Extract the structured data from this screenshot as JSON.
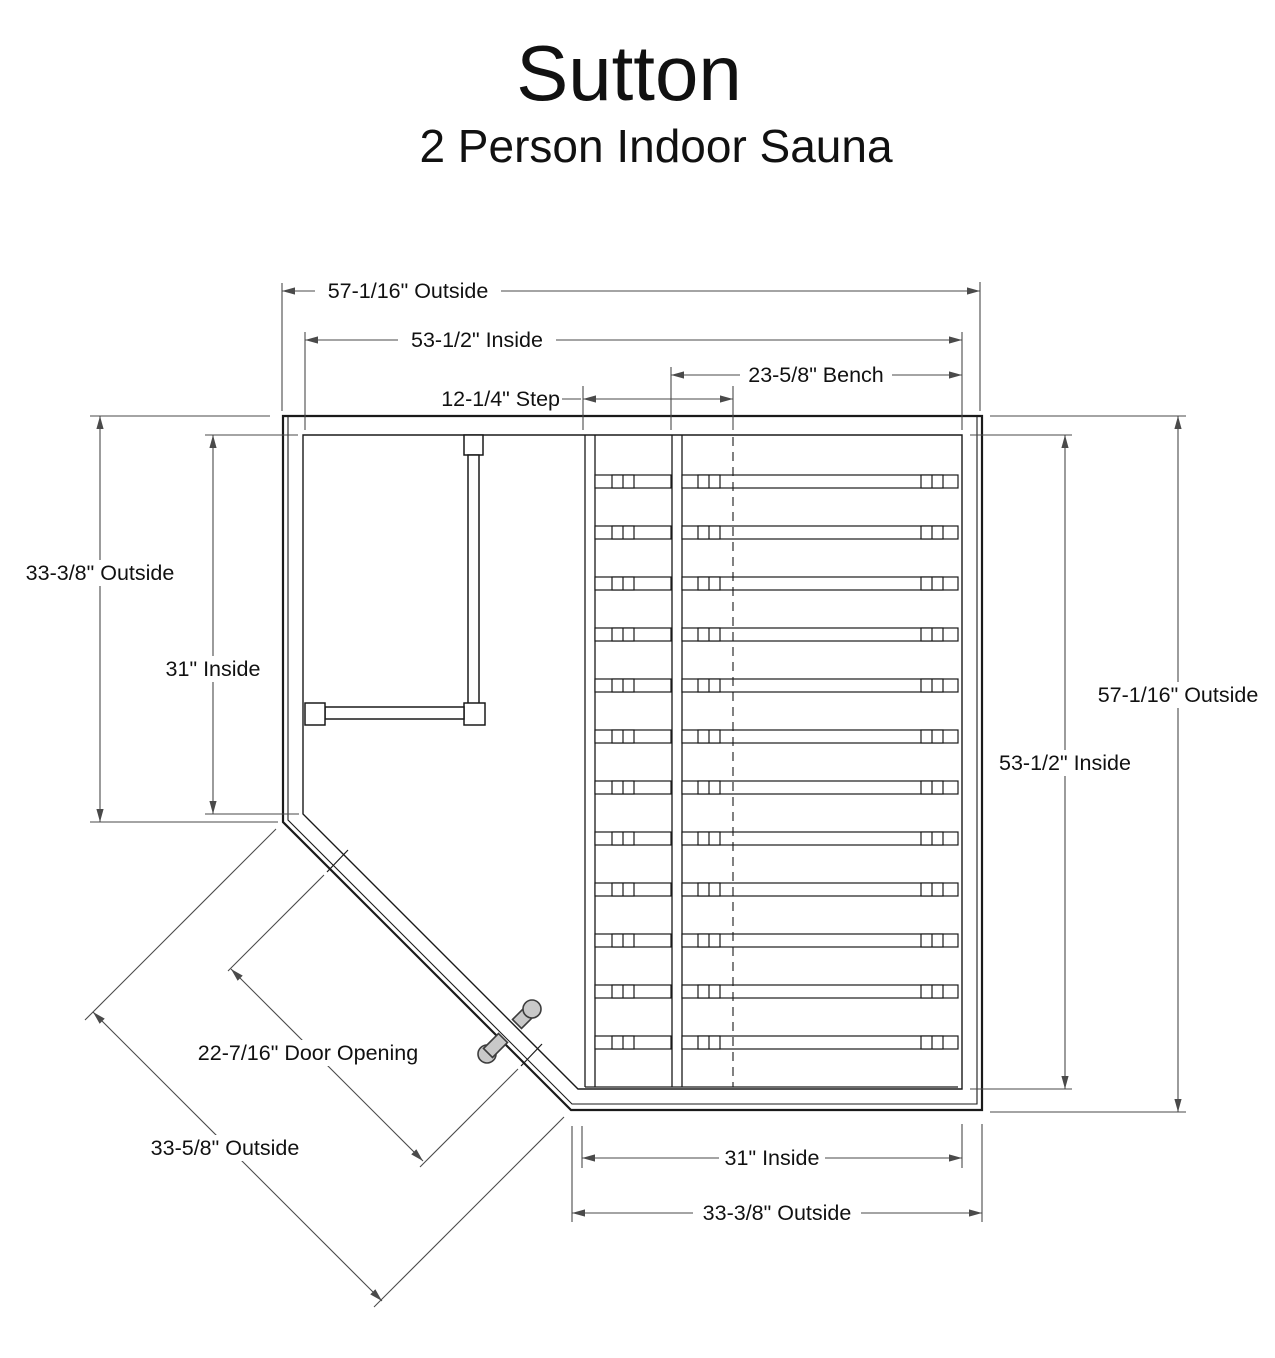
{
  "title": "Sutton",
  "subtitle": "2 Person Indoor Sauna",
  "dimensions": {
    "top_outside": "57-1/16\" Outside",
    "top_inside": "53-1/2\" Inside",
    "bench": "23-5/8\" Bench",
    "step": "12-1/4\" Step",
    "left_outside": "33-3/8\" Outside",
    "left_inside": "31\" Inside",
    "right_outside": "57-1/16\" Outside",
    "right_inside": "53-1/2\" Inside",
    "door_opening": "22-7/16\" Door Opening",
    "diagonal_outside": "33-5/8\" Outside",
    "bottom_inside": "31\" Inside",
    "bottom_outside": "33-3/8\" Outside"
  },
  "colors": {
    "background": "#ffffff",
    "drawing_line": "#1a1a1a",
    "dimension_line": "#4a4a4a",
    "text": "#111111",
    "door_handle_fill": "#c9c9c9"
  }
}
